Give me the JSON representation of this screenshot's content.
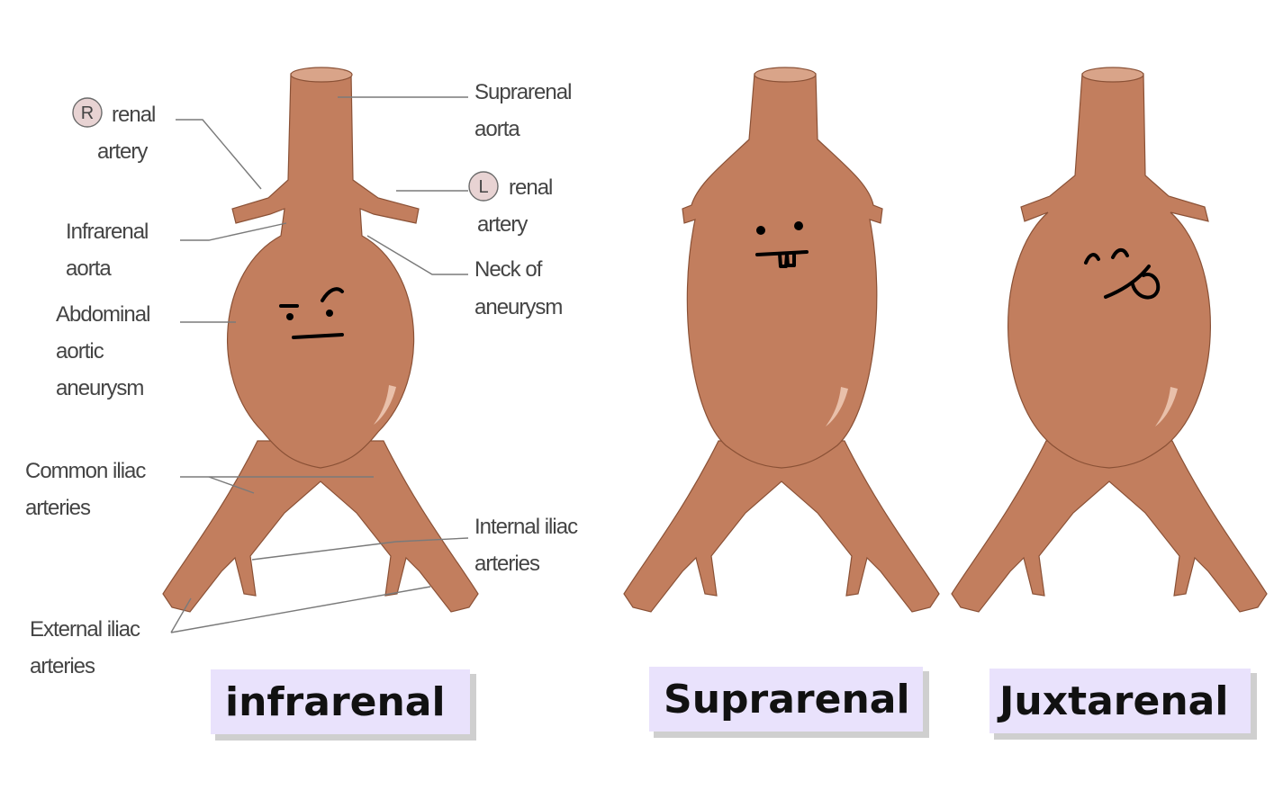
{
  "labels": {
    "r_renal_badge": "R",
    "r_renal_1": "renal",
    "r_renal_2": "artery",
    "suprarenal_1": "Suprarenal",
    "suprarenal_2": "aorta",
    "l_renal_badge": "L",
    "l_renal_1": "renal",
    "l_renal_2": "artery",
    "infrarenal_1": "Infrarenal",
    "infrarenal_2": "aorta",
    "neck_1": "Neck of",
    "neck_2": "aneurysm",
    "aaa_1": "Abdominal",
    "aaa_2": "aortic",
    "aaa_3": "aneurysm",
    "common_1": "Common iliac",
    "common_2": "arteries",
    "internal_1": "Internal iliac",
    "internal_2": "arteries",
    "external_1": "External iliac",
    "external_2": "arteries"
  },
  "tags": {
    "infrarenal": "infrarenal",
    "suprarenal": "Suprarenal",
    "juxtarenal": "Juxtarenal"
  },
  "colors": {
    "vessel": "#C27E5E",
    "tag_background": "#e9e2fc"
  }
}
